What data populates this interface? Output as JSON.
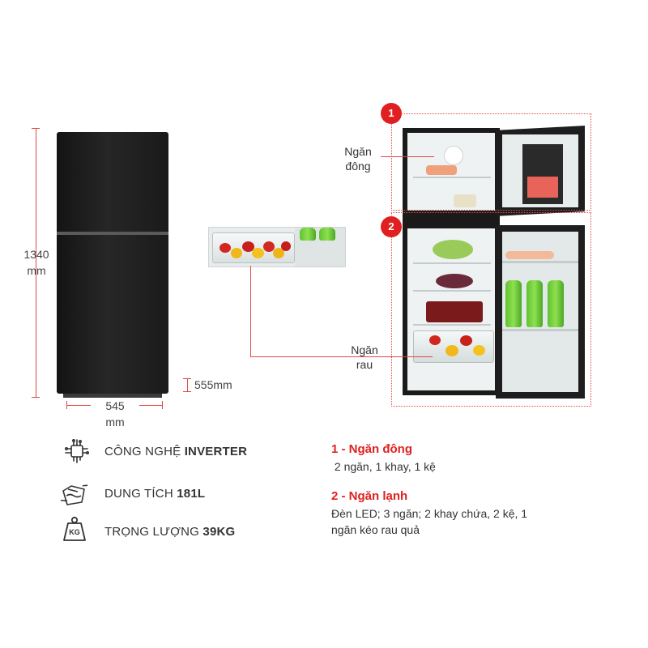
{
  "dimensions": {
    "height_value": "1340",
    "height_unit": "mm",
    "width_value": "545",
    "width_unit": "mm",
    "depth_label": "555mm"
  },
  "callouts": {
    "freezer_number": "1",
    "freezer_line1": "Ngăn",
    "freezer_line2": "đông",
    "fridge_number": "2",
    "crisper_line1": "Ngăn",
    "crisper_line2": "rau"
  },
  "features": [
    {
      "icon": "chip-icon",
      "label": "CÔNG NGHỆ",
      "value": "INVERTER"
    },
    {
      "icon": "capacity-icon",
      "label": "DUNG TÍCH",
      "value": "181L"
    },
    {
      "icon": "weight-icon",
      "label": "TRỌNG LƯỢNG",
      "value": "39KG"
    }
  ],
  "weight_icon_text": "KG",
  "sections": [
    {
      "title": "1 - Ngăn đông",
      "body": [
        " 2 ngăn, 1 khay, 1 kệ"
      ]
    },
    {
      "title": "2 - Ngăn lạnh",
      "body": [
        "Đèn LED; 3 ngăn; 2 khay chứa, 2 kệ, 1",
        "ngăn kéo rau quả"
      ]
    }
  ],
  "colors": {
    "accent": "#e02020",
    "dimension_line": "#e04848",
    "fridge_body": "#1c1c1c"
  }
}
